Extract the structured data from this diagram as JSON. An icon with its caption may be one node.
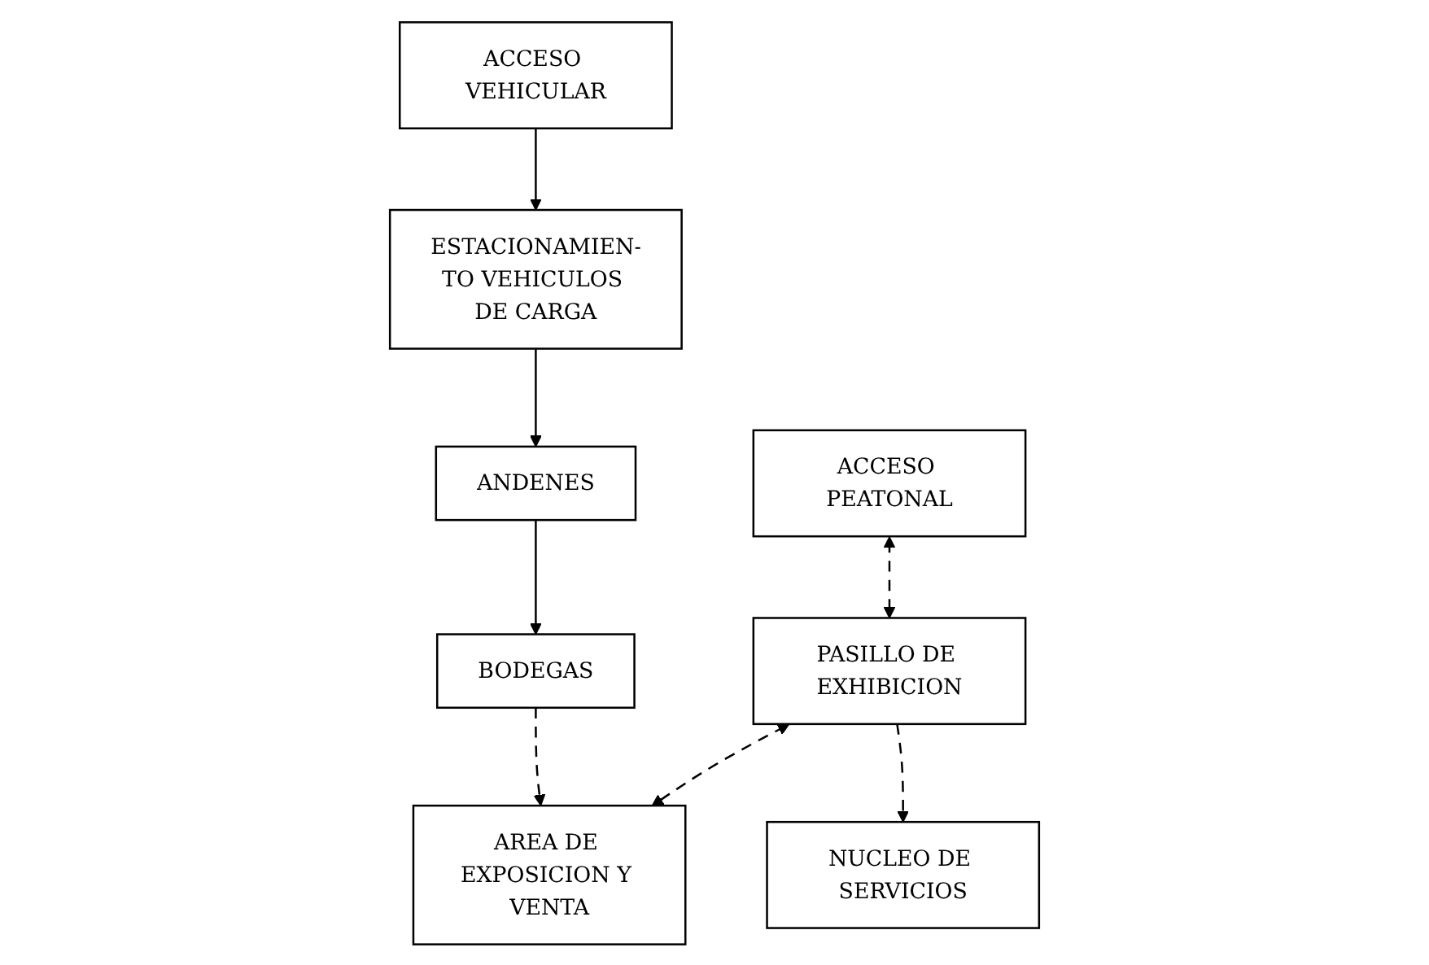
{
  "diagram": {
    "nodes": [
      {
        "text": [
          "ACCESO VEHICULAR"
        ]
      },
      {
        "text": [
          "ESTACIONAMIEN-TO VEHICULOS DE CARGA"
        ]
      },
      {
        "text": [
          "ANDENES"
        ]
      },
      {
        "text": [
          "BODEGAS"
        ]
      },
      {
        "text": [
          "ACCESO PEATONAL"
        ]
      },
      {
        "text": [
          "PASILLO DE EXHIBICION"
        ]
      },
      {
        "text": [
          "AREA DE EXPOSICION Y VENTA"
        ]
      },
      {
        "text": [
          "NUCLEO DE SERVICIOS"
        ]
      }
    ],
    "edges": [
      {
        "from": 0,
        "to": 1,
        "arrow": "to"
      },
      {
        "from": 1,
        "to": 2,
        "arrow": "to"
      },
      {
        "from": 2,
        "to": 3,
        "arrow": "to"
      },
      {
        "from": 3,
        "to": 6,
        "arrow": "to",
        "style": "dashed"
      },
      {
        "from": 4,
        "to": 5,
        "arrow": "both",
        "style": "dashed"
      },
      {
        "from": 5,
        "to": 6,
        "arrow": "both",
        "style": "dashed"
      },
      {
        "from": 5,
        "to": 7,
        "arrow": "to",
        "style": "dashed"
      }
    ]
  }
}
